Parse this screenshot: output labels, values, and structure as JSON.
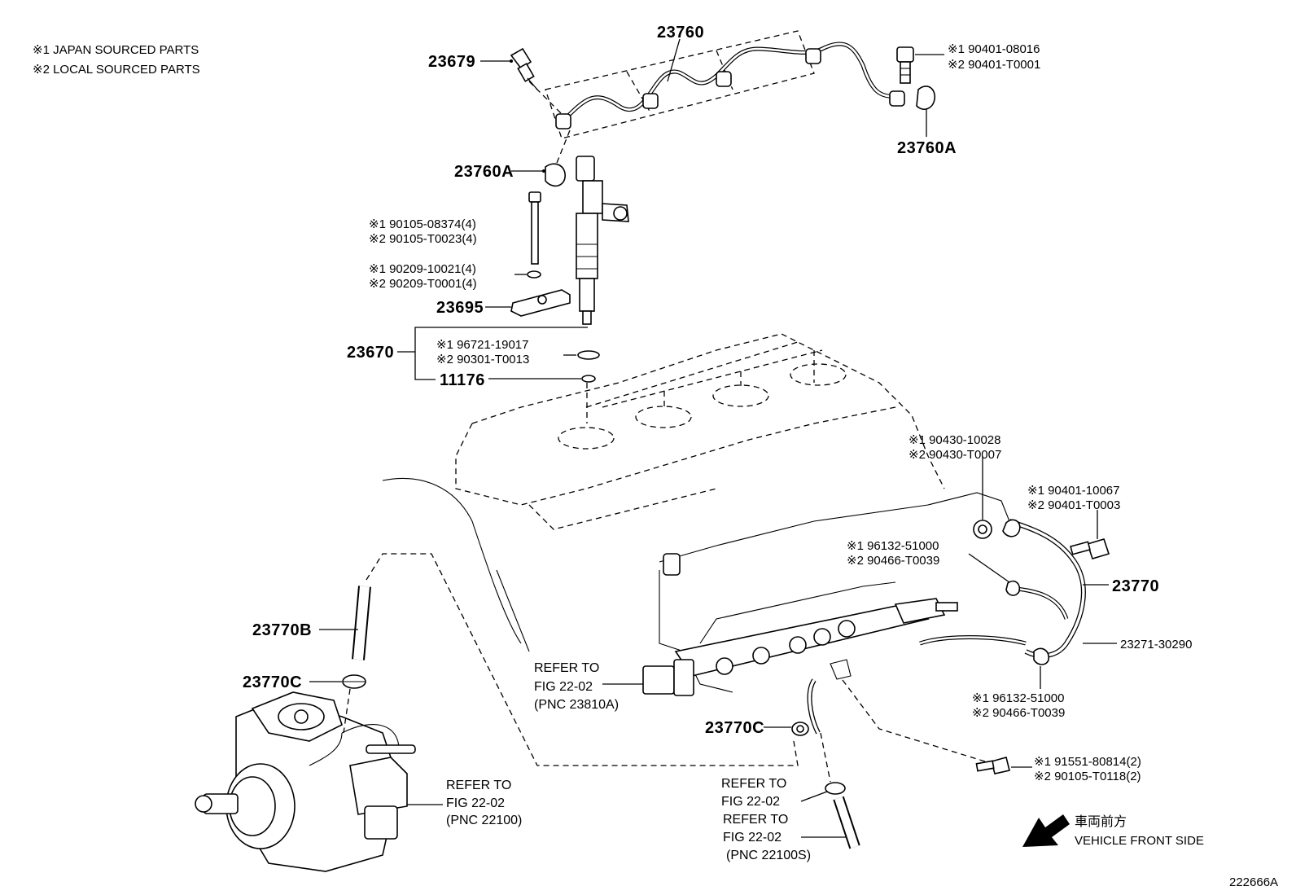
{
  "notes": {
    "note1": "※1 JAPAN SOURCED PARTS",
    "note2": "※2 LOCAL SOURCED PARTS"
  },
  "labels": {
    "p23760": "23760",
    "p23679": "23679",
    "p90401_08016": "※1 90401-08016",
    "p90401_T0001": "※2 90401-T0001",
    "p23760A_right": "23760A",
    "p23760A_left": "23760A",
    "p90105_08374": "※1 90105-08374(4)",
    "p90105_T0023": "※2 90105-T0023(4)",
    "p90209_10021": "※1 90209-10021(4)",
    "p90209_T0001": "※2 90209-T0001(4)",
    "p23695": "23695",
    "p23670": "23670",
    "p96721_19017": "※1 96721-19017",
    "p90301_T0013": "※2 90301-T0013",
    "p11176": "11176",
    "p90430_10028": "※1 90430-10028",
    "p90430_T0007": "※2 90430-T0007",
    "p90401_10067": "※1 90401-10067",
    "p90401_T0003": "※2 90401-T0003",
    "p96132_51000_a": "※1 96132-51000",
    "p90466_T0039_a": "※2 90466-T0039",
    "p23770": "23770",
    "p23271_30290": "23271-30290",
    "p96132_51000_b": "※1 96132-51000",
    "p90466_T0039_b": "※2 90466-T0039",
    "p91551_80814": "※1 91551-80814(2)",
    "p90105_T0118": "※2 90105-T0118(2)",
    "p23770B": "23770B",
    "p23770C_left": "23770C",
    "p23770C_mid": "23770C"
  },
  "refs": {
    "rail": {
      "line1": "REFER TO",
      "line2": "FIG 22-02",
      "line3": "(PNC 23810A)"
    },
    "pump": {
      "line1": "REFER TO",
      "line2": "FIG 22-02",
      "line3": "(PNC 22100)"
    },
    "hose1": {
      "line1": "REFER TO",
      "line2": "FIG 22-02"
    },
    "hose2": {
      "line1": "REFER TO",
      "line2": "FIG 22-02",
      "line3": "(PNC 22100S)"
    }
  },
  "direction": {
    "jp": "車両前方",
    "en": "VEHICLE FRONT SIDE"
  },
  "figure_id": "222666A"
}
